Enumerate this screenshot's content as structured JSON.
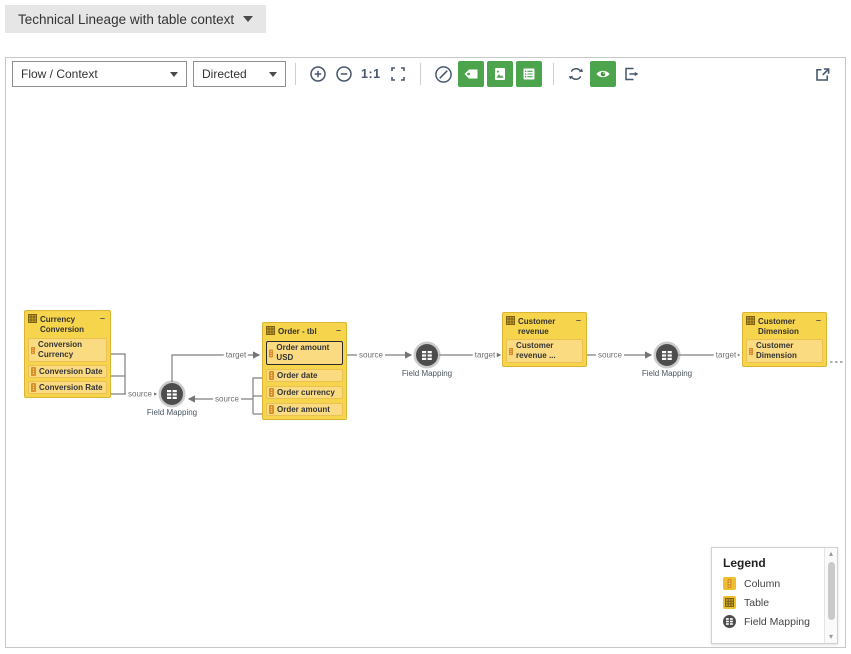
{
  "header": {
    "view_dropdown_label": "Technical Lineage with table context"
  },
  "toolbar": {
    "flow_context_value": "Flow / Context",
    "direction_value": "Directed",
    "zoom_actual_label": "1:1"
  },
  "diagram": {
    "collapse_glyph": "–",
    "edge_label_source": "source",
    "edge_label_target": "target",
    "field_mapping_label": "Field Mapping",
    "tables": [
      {
        "name": "Currency Conversion",
        "columns": [
          "Conversion Currency",
          "Conversion Date",
          "Conversion Rate"
        ]
      },
      {
        "name": "Order  - tbl",
        "selected_column": "Order amount USD",
        "columns": [
          "Order amount USD",
          "Order date",
          "Order currency",
          "Order amount"
        ]
      },
      {
        "name": "Customer revenue",
        "columns": [
          "Customer revenue ..."
        ]
      },
      {
        "name": "Customer Dimension",
        "columns": [
          "Customer Dimension"
        ]
      }
    ]
  },
  "legend": {
    "title": "Legend",
    "items": [
      "Column",
      "Table",
      "Field Mapping"
    ],
    "scroll_up_glyph": "▴",
    "scroll_down_glyph": "▾"
  },
  "colors": {
    "accent_green": "#4CA54C",
    "table_fill": "#F6D44B",
    "column_fill": "#FBDB82",
    "field_mapping_fill": "#4D4D4D",
    "edge": "#7F7F7F"
  }
}
